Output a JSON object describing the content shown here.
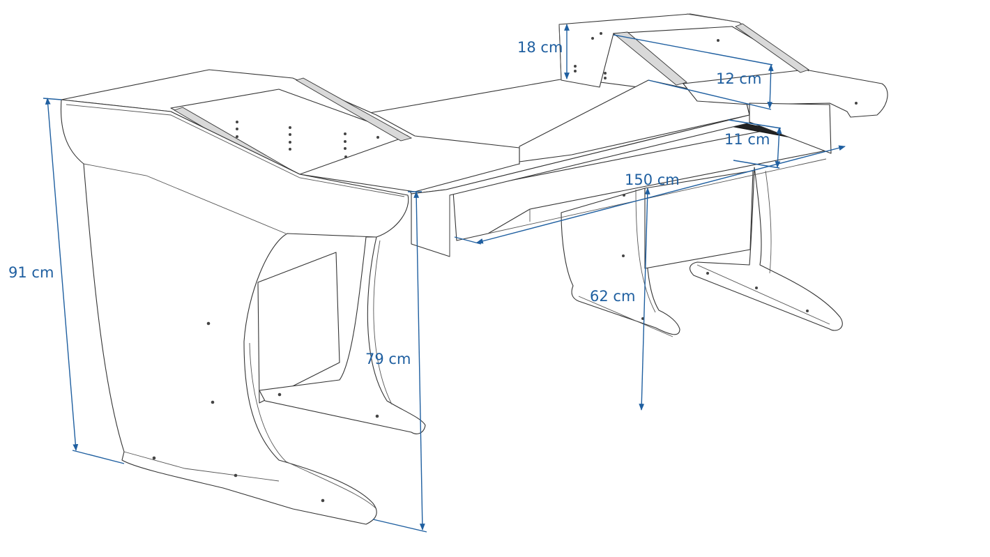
{
  "dimensions": {
    "total_height": "91 cm",
    "desk_height": "79 cm",
    "depth": "62 cm",
    "width": "150 cm",
    "upper_rack_height": "18 cm",
    "upper_rack_depth": "12 cm",
    "keyboard_tray_height": "11 cm"
  },
  "colors": {
    "dimension": "#1f5fa0",
    "outline": "#333333",
    "background": "#ffffff"
  }
}
